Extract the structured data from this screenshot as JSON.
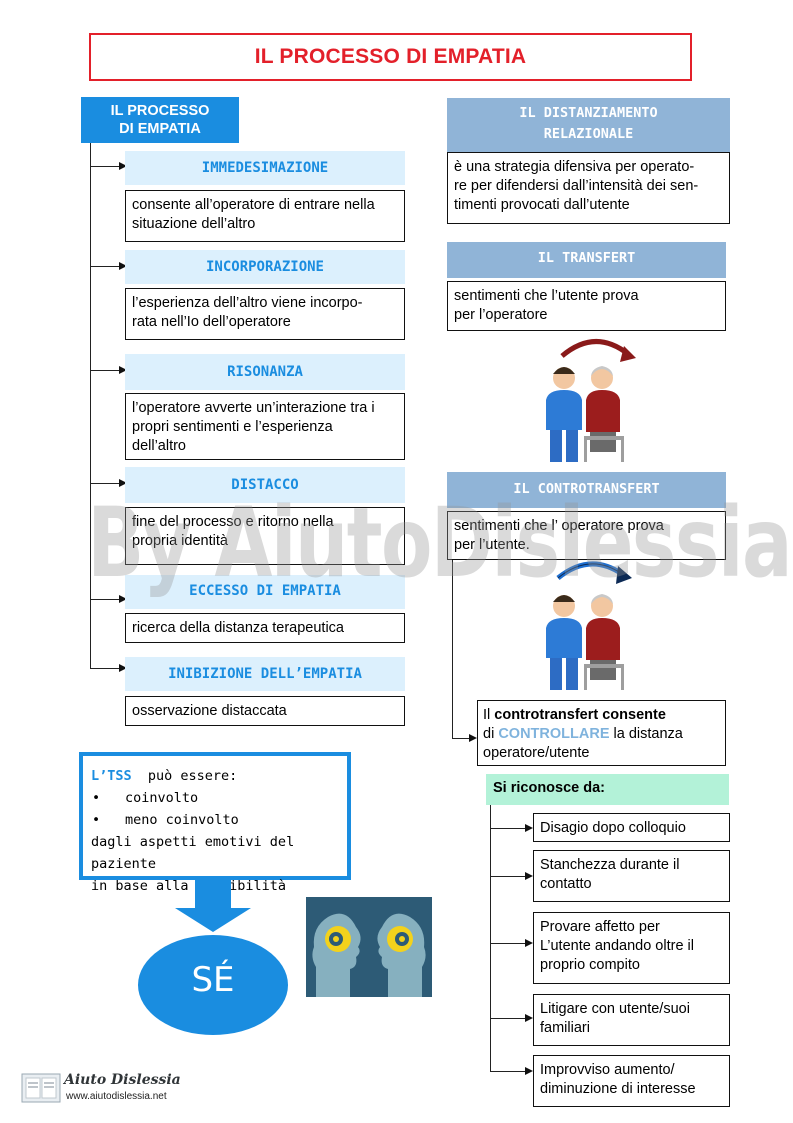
{
  "title": "IL PROCESSO DI EMPATIA",
  "left_header": [
    "IL PROCESSO",
    "DI EMPATIA"
  ],
  "steps": [
    {
      "heading": "IMMEDESIMAZIONE",
      "lines": [
        "consente all’operatore di entrare nella",
        "situazione dell’altro"
      ]
    },
    {
      "heading": "INCORPORAZIONE",
      "lines": [
        "l’esperienza dell’altro viene incorpo-",
        "rata nell’Io dell’operatore"
      ]
    },
    {
      "heading": "RISONANZA",
      "lines": [
        "l’operatore avverte un’interazione tra i",
        "propri sentimenti e l’esperienza",
        "dell’altro"
      ]
    },
    {
      "heading": "DISTACCO",
      "lines": [
        "fine del processo e ritorno nella",
        "propria identità"
      ]
    },
    {
      "heading": "ECCESSO DI EMPATIA",
      "lines": [
        "ricerca della distanza terapeutica"
      ]
    },
    {
      "heading": "INIBIZIONE DELL’EMPATIA",
      "lines": [
        "osservazione distaccata"
      ]
    }
  ],
  "distanziamento": {
    "header": [
      "IL DISTANZIAMENTO",
      "RELAZIONALE"
    ],
    "lines": [
      "è una strategia difensiva per operato-",
      "re per difendersi dall’intensità dei sen-",
      "timenti provocati dall’utente"
    ]
  },
  "transfert": {
    "header": "IL TRANSFERT",
    "lines": [
      "sentimenti che l’utente prova",
      "per l’operatore"
    ]
  },
  "controtransfert": {
    "header": "IL CONTROTRANSFERT",
    "lines": [
      "sentimenti che l’ operatore prova",
      "per l’utente."
    ]
  },
  "consente": {
    "pre": "Il ",
    "bold": "controtransfert consente",
    "line2_pre": "di ",
    "highlight": "CONTROLLARE",
    "line2_post": " la distanza",
    "line3": "operatore/utente"
  },
  "riconosce": {
    "title": "Si riconosce da:",
    "items": [
      [
        "Disagio dopo colloquio"
      ],
      [
        "Stanchezza durante il",
        "contatto"
      ],
      [
        "Provare affetto per",
        "L’utente andando oltre il",
        "proprio compito"
      ],
      [
        "Litigare con utente/suoi",
        "familiari"
      ],
      [
        "Improvviso aumento/",
        "diminuzione di interesse"
      ]
    ]
  },
  "tss": {
    "word": "L’TSS",
    "after": "  può essere:",
    "bullets": [
      "coinvolto",
      "meno coinvolto"
    ],
    "lines": [
      "dagli aspetti emotivi del paziente",
      "in base alla sensibilità"
    ]
  },
  "se_label": "SÉ",
  "watermark": "By AiutoDislessia.net",
  "logo": {
    "name": "Aiuto Dislessia",
    "url": "www.aiutodislessia.net"
  },
  "colors": {
    "red": "#e3202a",
    "blue": "#1a8de0",
    "light_blue": "#dcf0fd",
    "steel": "#90b4d7",
    "mint": "#b3f2d8"
  }
}
